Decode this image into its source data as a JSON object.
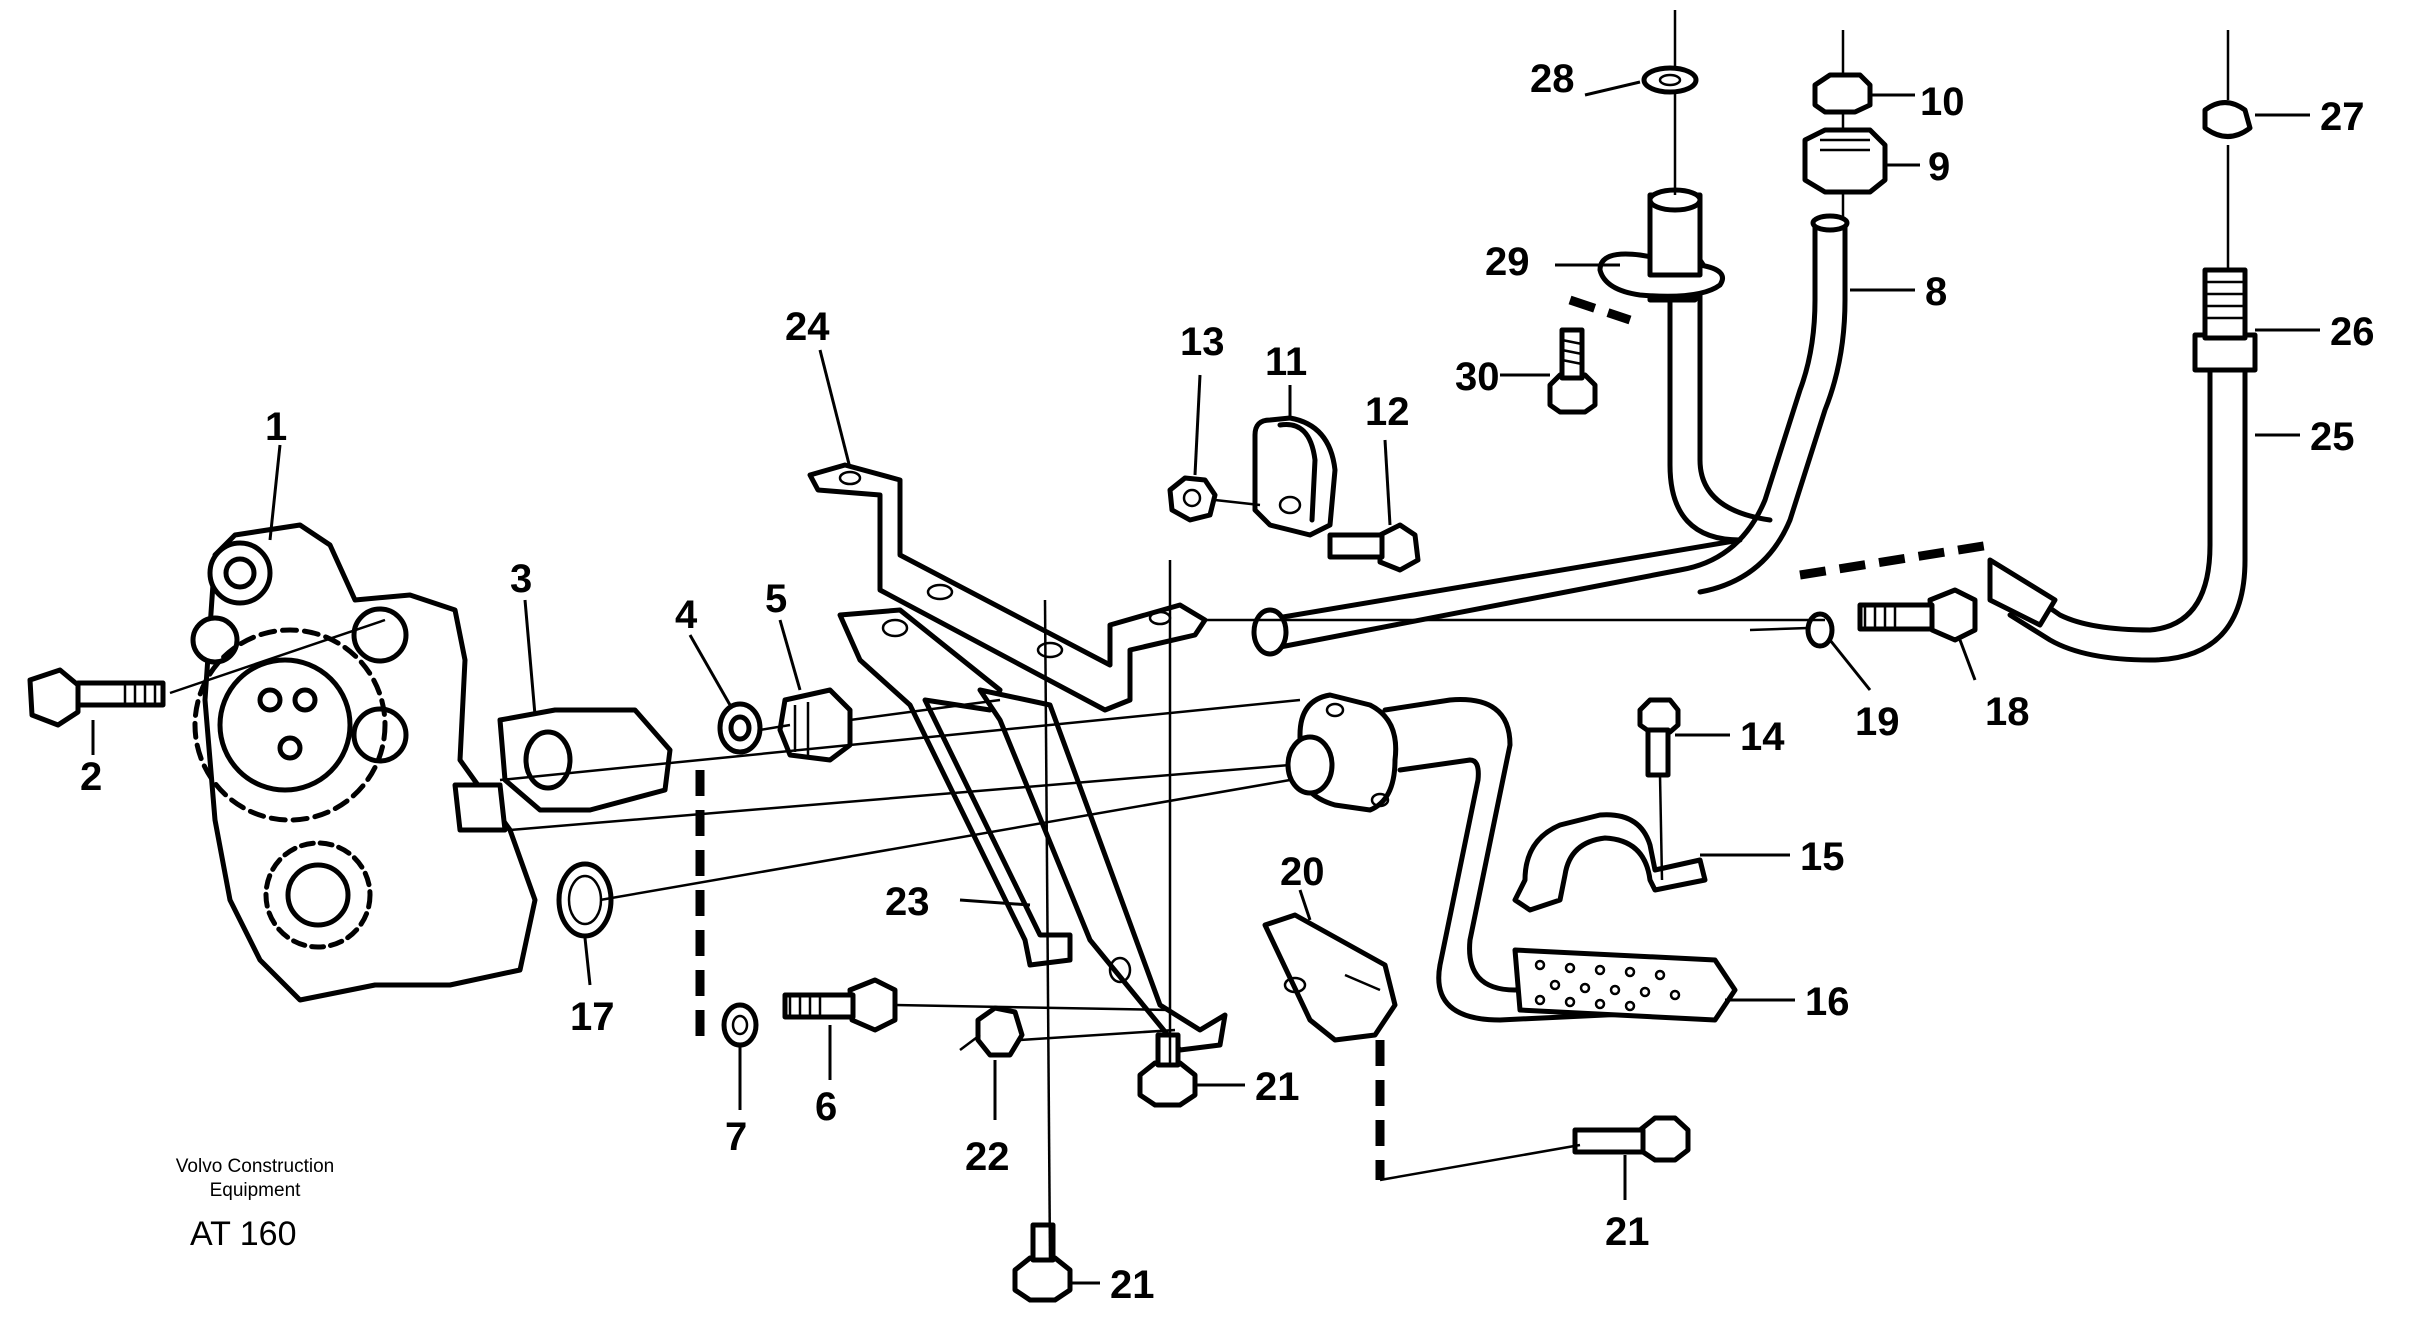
{
  "callouts": {
    "c1": "1",
    "c2": "2",
    "c3": "3",
    "c4": "4",
    "c5": "5",
    "c6": "6",
    "c7": "7",
    "c8": "8",
    "c9": "9",
    "c10": "10",
    "c11": "11",
    "c12": "12",
    "c13": "13",
    "c14": "14",
    "c15": "15",
    "c16": "16",
    "c17": "17",
    "c18": "18",
    "c19": "19",
    "c20": "20",
    "c21a": "21",
    "c21b": "21",
    "c21c": "21",
    "c22": "22",
    "c23": "23",
    "c24": "24",
    "c25": "25",
    "c26": "26",
    "c27": "27",
    "c28": "28",
    "c29": "29",
    "c30": "30"
  },
  "footer": {
    "line1": "Volvo Construction",
    "line2": "Equipment",
    "code": "AT 160"
  }
}
